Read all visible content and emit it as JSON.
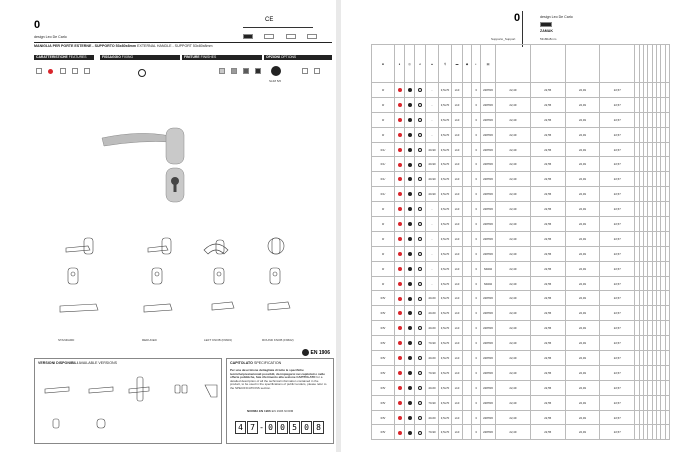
{
  "left": {
    "number": "0",
    "designer": "design Leo De Carlo",
    "ce": "CE",
    "product_title": "MANIGLIA PER PORTE ESTERNE - SUPPORTO 53x80x8mm",
    "product_title_en": "EXTERNAL HANDLE - SUPPORT 53x80x8mm",
    "sections": [
      {
        "label": "CARATTERISTICHE",
        "en": "FEATURES"
      },
      {
        "label": "FISSAGGIO",
        "en": "FIXING"
      },
      {
        "label": "FINITURE",
        "en": "FINISHES"
      },
      {
        "label": "OPZIONI",
        "en": "OPTIONS"
      }
    ],
    "options_label": "SLIM 5/6",
    "versions": [
      "STANDARD",
      "REDUCED",
      "LEFT KNOB (F9603)",
      "ROUND KNOB (F9602)"
    ],
    "versions_panel_title": "VERSIONI DISPONIBILI",
    "versions_panel_title_en": "AVAILABLE VERSIONS",
    "spec_title": "CAPITOLATO",
    "spec_title_en": "SPECIFICATION",
    "spec_text": "Per una descrizione dettagliata di tutte le specifiche tecniche/prestazionali possibili, da impiegarsi nei capitolati o nelle offerte pubbliche, fate riferimento alla sezione CAPITOLATO",
    "spec_text_en": "for a detailed description of all the technical information contained in the product, to be used in the specifications of public tenders, please refer to the SPECIFICATIONS section.",
    "norm_label": "NORMA EN 1906",
    "norm_label_en": "EN 1906 NORM",
    "norm_digits": [
      "4",
      "7",
      "-",
      "0",
      "0",
      "5",
      "0",
      "8"
    ],
    "en_label": "EN 1906"
  },
  "right": {
    "number": "0",
    "designer": "design Leo De Carlo",
    "material": "ZAMAK",
    "supporto_label": "Supporto",
    "support_en": "Support",
    "support_size": "53x80x8mm",
    "rows": [
      {
        "code": "0/",
        "a": "-",
        "b": "3,5x70",
        "c": "x10",
        "n": "3",
        "art": "2287R0"
      },
      {
        "code": "0/",
        "a": "-",
        "b": "3,5x70",
        "c": "x10",
        "n": "3",
        "art": "2287R0"
      },
      {
        "code": "0/",
        "a": "-",
        "b": "3,5x70",
        "c": "x10",
        "n": "3",
        "art": "2287R0"
      },
      {
        "code": "0/",
        "a": "-",
        "b": "3,5x70",
        "c": "x10",
        "n": "3",
        "art": "2287R0"
      },
      {
        "code": "0/1/",
        "a": "40-90",
        "b": "3,5x70",
        "c": "x10",
        "n": "3",
        "art": "2287R0"
      },
      {
        "code": "0/1/",
        "a": "40-90",
        "b": "3,5x70",
        "c": "x10",
        "n": "3",
        "art": "2287R0"
      },
      {
        "code": "0/1/",
        "a": "40-90",
        "b": "3,5x70",
        "c": "x10",
        "n": "3",
        "art": "2287R0"
      },
      {
        "code": "0/1/",
        "a": "40-90",
        "b": "3,5x70",
        "c": "x10",
        "n": "3",
        "art": "2287R0"
      },
      {
        "code": "0/",
        "a": "-",
        "b": "3,5x70",
        "c": "x10",
        "n": "3",
        "art": "2287R0"
      },
      {
        "code": "0/",
        "a": "-",
        "b": "3,5x70",
        "c": "x10",
        "n": "3",
        "art": "2287R0"
      },
      {
        "code": "0/",
        "a": "-",
        "b": "3,5x70",
        "c": "x10",
        "n": "3",
        "art": "2287R0"
      },
      {
        "code": "0/",
        "a": "-",
        "b": "3,5x70",
        "c": "x10",
        "n": "3",
        "art": "2287R0"
      },
      {
        "code": "0/",
        "a": "-",
        "b": "3,5x70",
        "c": "x10",
        "n": "3",
        "art": "N9202"
      },
      {
        "code": "0/",
        "a": "-",
        "b": "3,5x70",
        "c": "x10",
        "n": "3",
        "art": "N9202"
      },
      {
        "code": "0/5/",
        "a": "40-60",
        "b": "3,5x70",
        "c": "x10",
        "n": "3",
        "art": "2287R0"
      },
      {
        "code": "0/5/",
        "a": "40-60",
        "b": "3,5x70",
        "c": "x10",
        "n": "3",
        "art": "2287R0"
      },
      {
        "code": "0/5/",
        "a": "40-60",
        "b": "3,5x70",
        "c": "x10",
        "n": "3",
        "art": "2287R0"
      },
      {
        "code": "0/5/",
        "a": "70-90",
        "b": "3,5x70",
        "c": "x10",
        "n": "3",
        "art": "2287R0"
      },
      {
        "code": "0/5/",
        "a": "40-60",
        "b": "3,5x70",
        "c": "x10",
        "n": "3",
        "art": "2287R0"
      },
      {
        "code": "0/5/",
        "a": "70-90",
        "b": "3,5x70",
        "c": "x10",
        "n": "3",
        "art": "2287R0"
      },
      {
        "code": "0/5/",
        "a": "40-60",
        "b": "3,5x70",
        "c": "x10",
        "n": "3",
        "art": "2287R0"
      },
      {
        "code": "0/5/",
        "a": "70-90",
        "b": "3,5x70",
        "c": "x10",
        "n": "3",
        "art": "2287R0"
      },
      {
        "code": "0/5/",
        "a": "40-60",
        "b": "3,5x70",
        "c": "x10",
        "n": "3",
        "art": "2287R0"
      },
      {
        "code": "0/5/",
        "a": "70-90",
        "b": "3,5x70",
        "c": "x10",
        "n": "3",
        "art": "2287R0"
      }
    ],
    "price_cols": [
      "22,49",
      "22,55",
      "22,49",
      "22,57",
      "",
      "",
      "",
      "",
      "",
      "",
      "",
      ""
    ]
  },
  "colors": {
    "dark": "#222222",
    "red": "#d9252b",
    "grid": "#bbbbbb"
  }
}
